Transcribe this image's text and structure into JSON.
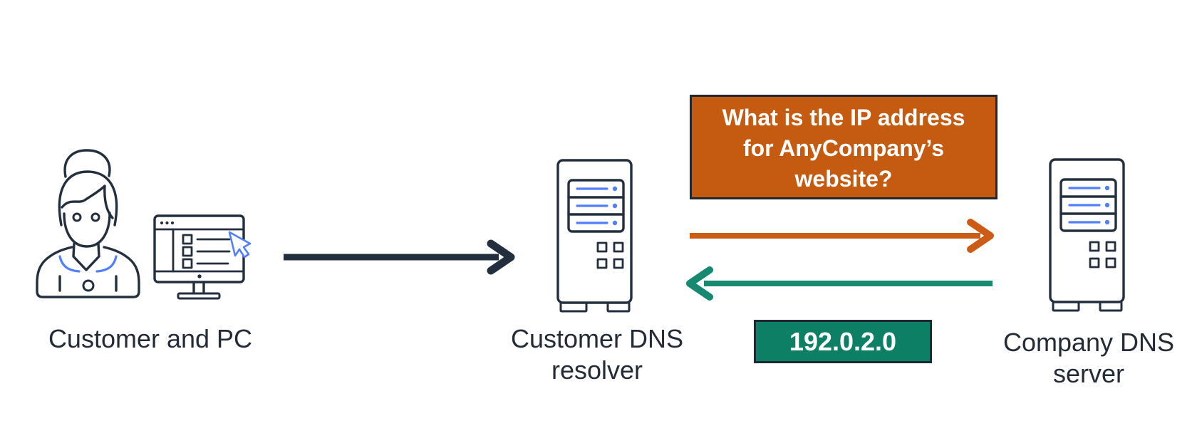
{
  "nodes": {
    "customer": {
      "label": "Customer and PC"
    },
    "resolver": {
      "label_line1": "Customer DNS",
      "label_line2": "resolver"
    },
    "company": {
      "label_line1": "Company DNS",
      "label_line2": "server"
    }
  },
  "question_box": {
    "lines": [
      "What is the IP address",
      "for AnyCompany’s",
      "website?"
    ],
    "fill": "#C55A11",
    "border": "#1F2733",
    "text_color": "#FFFFFF"
  },
  "answer_box": {
    "text": "192.0.2.0",
    "fill": "#0D7F64",
    "border": "#1F2733",
    "text_color": "#FFFFFF"
  },
  "arrows": [
    {
      "name": "customer-to-resolver",
      "color": "#232F3E",
      "direction": "right"
    },
    {
      "name": "resolver-to-company-query",
      "color": "#CC5C15",
      "direction": "right"
    },
    {
      "name": "company-to-resolver-response",
      "color": "#158A70",
      "direction": "left"
    }
  ],
  "icons": {
    "customer": "woman-user-icon",
    "pc": "desktop-browser-icon",
    "resolver": "server-tower-icon",
    "company": "server-tower-icon"
  },
  "colors": {
    "background": "#FFFFFF",
    "line_art": "#232F3E",
    "accent_blue": "#527FFF",
    "label_text": "#232B36"
  }
}
